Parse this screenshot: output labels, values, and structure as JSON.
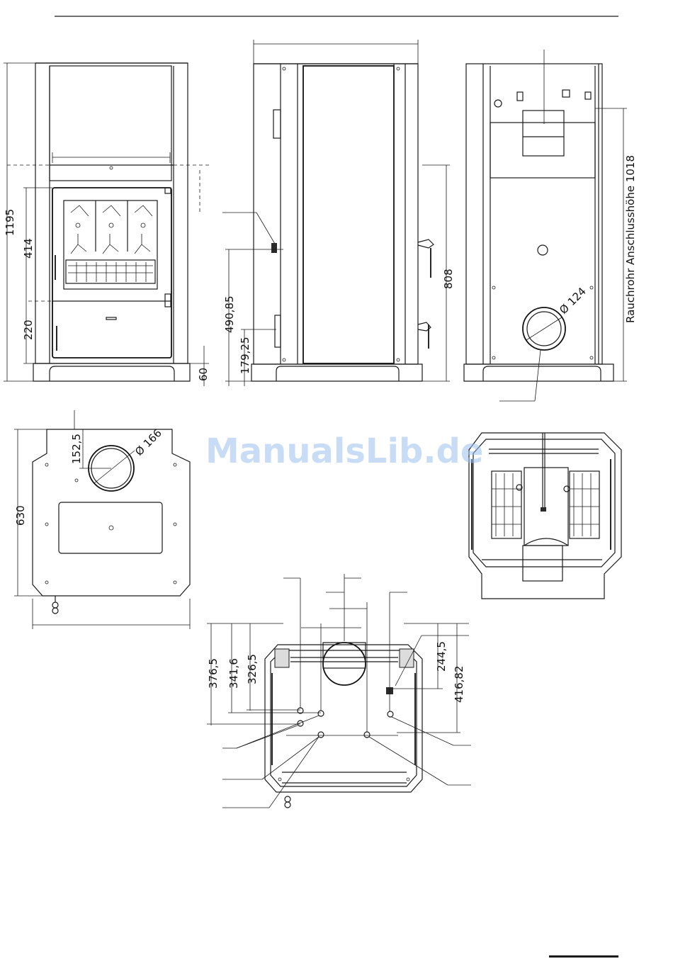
{
  "watermark": "ManualsLib.de",
  "dimensions": {
    "front_height": "1195",
    "front_414": "414",
    "front_220": "220",
    "front_60": "60",
    "side_490": "490,85",
    "side_179": "179,25",
    "side_808": "808",
    "rear_pipe_diameter": "Ø 124",
    "rear_pipe_height": "Rauchrohr Anschlusshöhe 1018",
    "top_152": "152,5",
    "top_pipe_diameter": "Ø 166",
    "top_depth": "630",
    "bottom_376": "376,5",
    "bottom_341": "341,6",
    "bottom_326": "326,5",
    "bottom_244": "244,5",
    "bottom_416": "416,82"
  }
}
